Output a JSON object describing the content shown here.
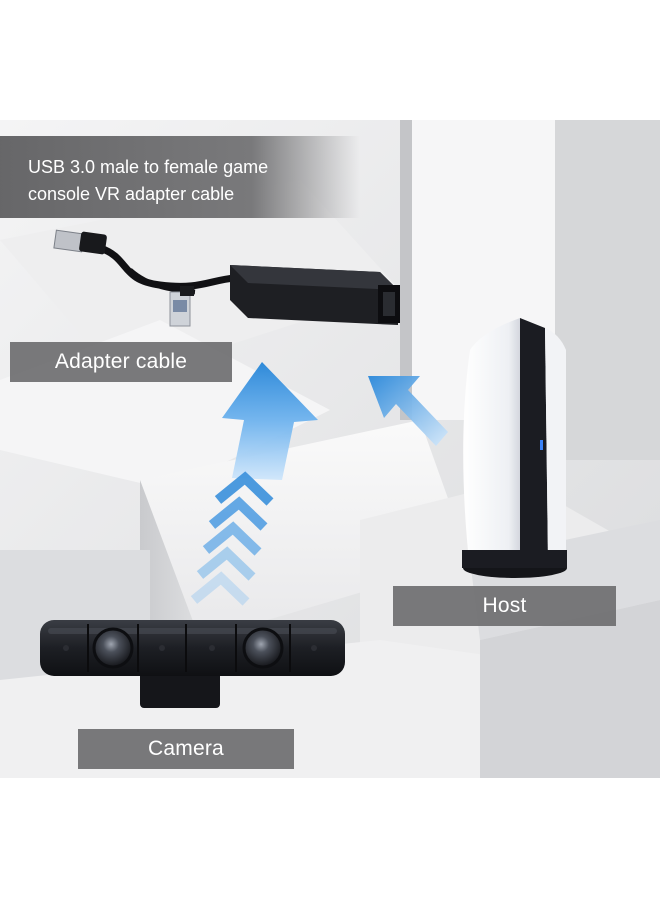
{
  "headline": {
    "line1": "USB 3.0 male to female game",
    "line2": "console VR adapter cable"
  },
  "labels": {
    "adapter": "Adapter cable",
    "host": "Host",
    "camera": "Camera"
  },
  "colors": {
    "background": "#e4e5e7",
    "label_box": "#6e6e70",
    "arrow_blue": "#2f8fdc",
    "console_black": "#1b1c22"
  },
  "icons": [
    "usb-plug-icon",
    "arrow-up-icon"
  ]
}
